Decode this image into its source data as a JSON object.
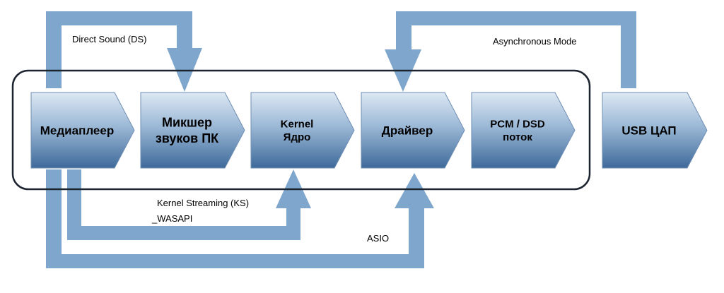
{
  "colors": {
    "arrow": "#7fa6cc",
    "box_light": "#dde8f3",
    "box_mid": "#9bb8d6",
    "box_dark": "#3e6a9a",
    "frame": "#1c2430",
    "text": "#000000"
  },
  "stages": [
    {
      "id": "media-player",
      "lines": [
        "Медиаплеер"
      ]
    },
    {
      "id": "mixer",
      "lines": [
        "Микшер",
        "звуков ПК"
      ]
    },
    {
      "id": "kernel",
      "lines": [
        "Kernel",
        "Ядро"
      ]
    },
    {
      "id": "driver",
      "lines": [
        "Драйвер"
      ]
    },
    {
      "id": "pcm-dsd",
      "lines": [
        "PCM / DSD",
        "поток"
      ]
    }
  ],
  "external": {
    "id": "usb-dac",
    "lines": [
      "USB ЦАП"
    ]
  },
  "paths": {
    "direct_sound": "Direct Sound (DS)",
    "asynchronous": "Asynchronous Mode",
    "kernel_streaming": "Kernel Streaming (KS)",
    "wasapi": "_WASAPI",
    "asio": "ASIO"
  }
}
